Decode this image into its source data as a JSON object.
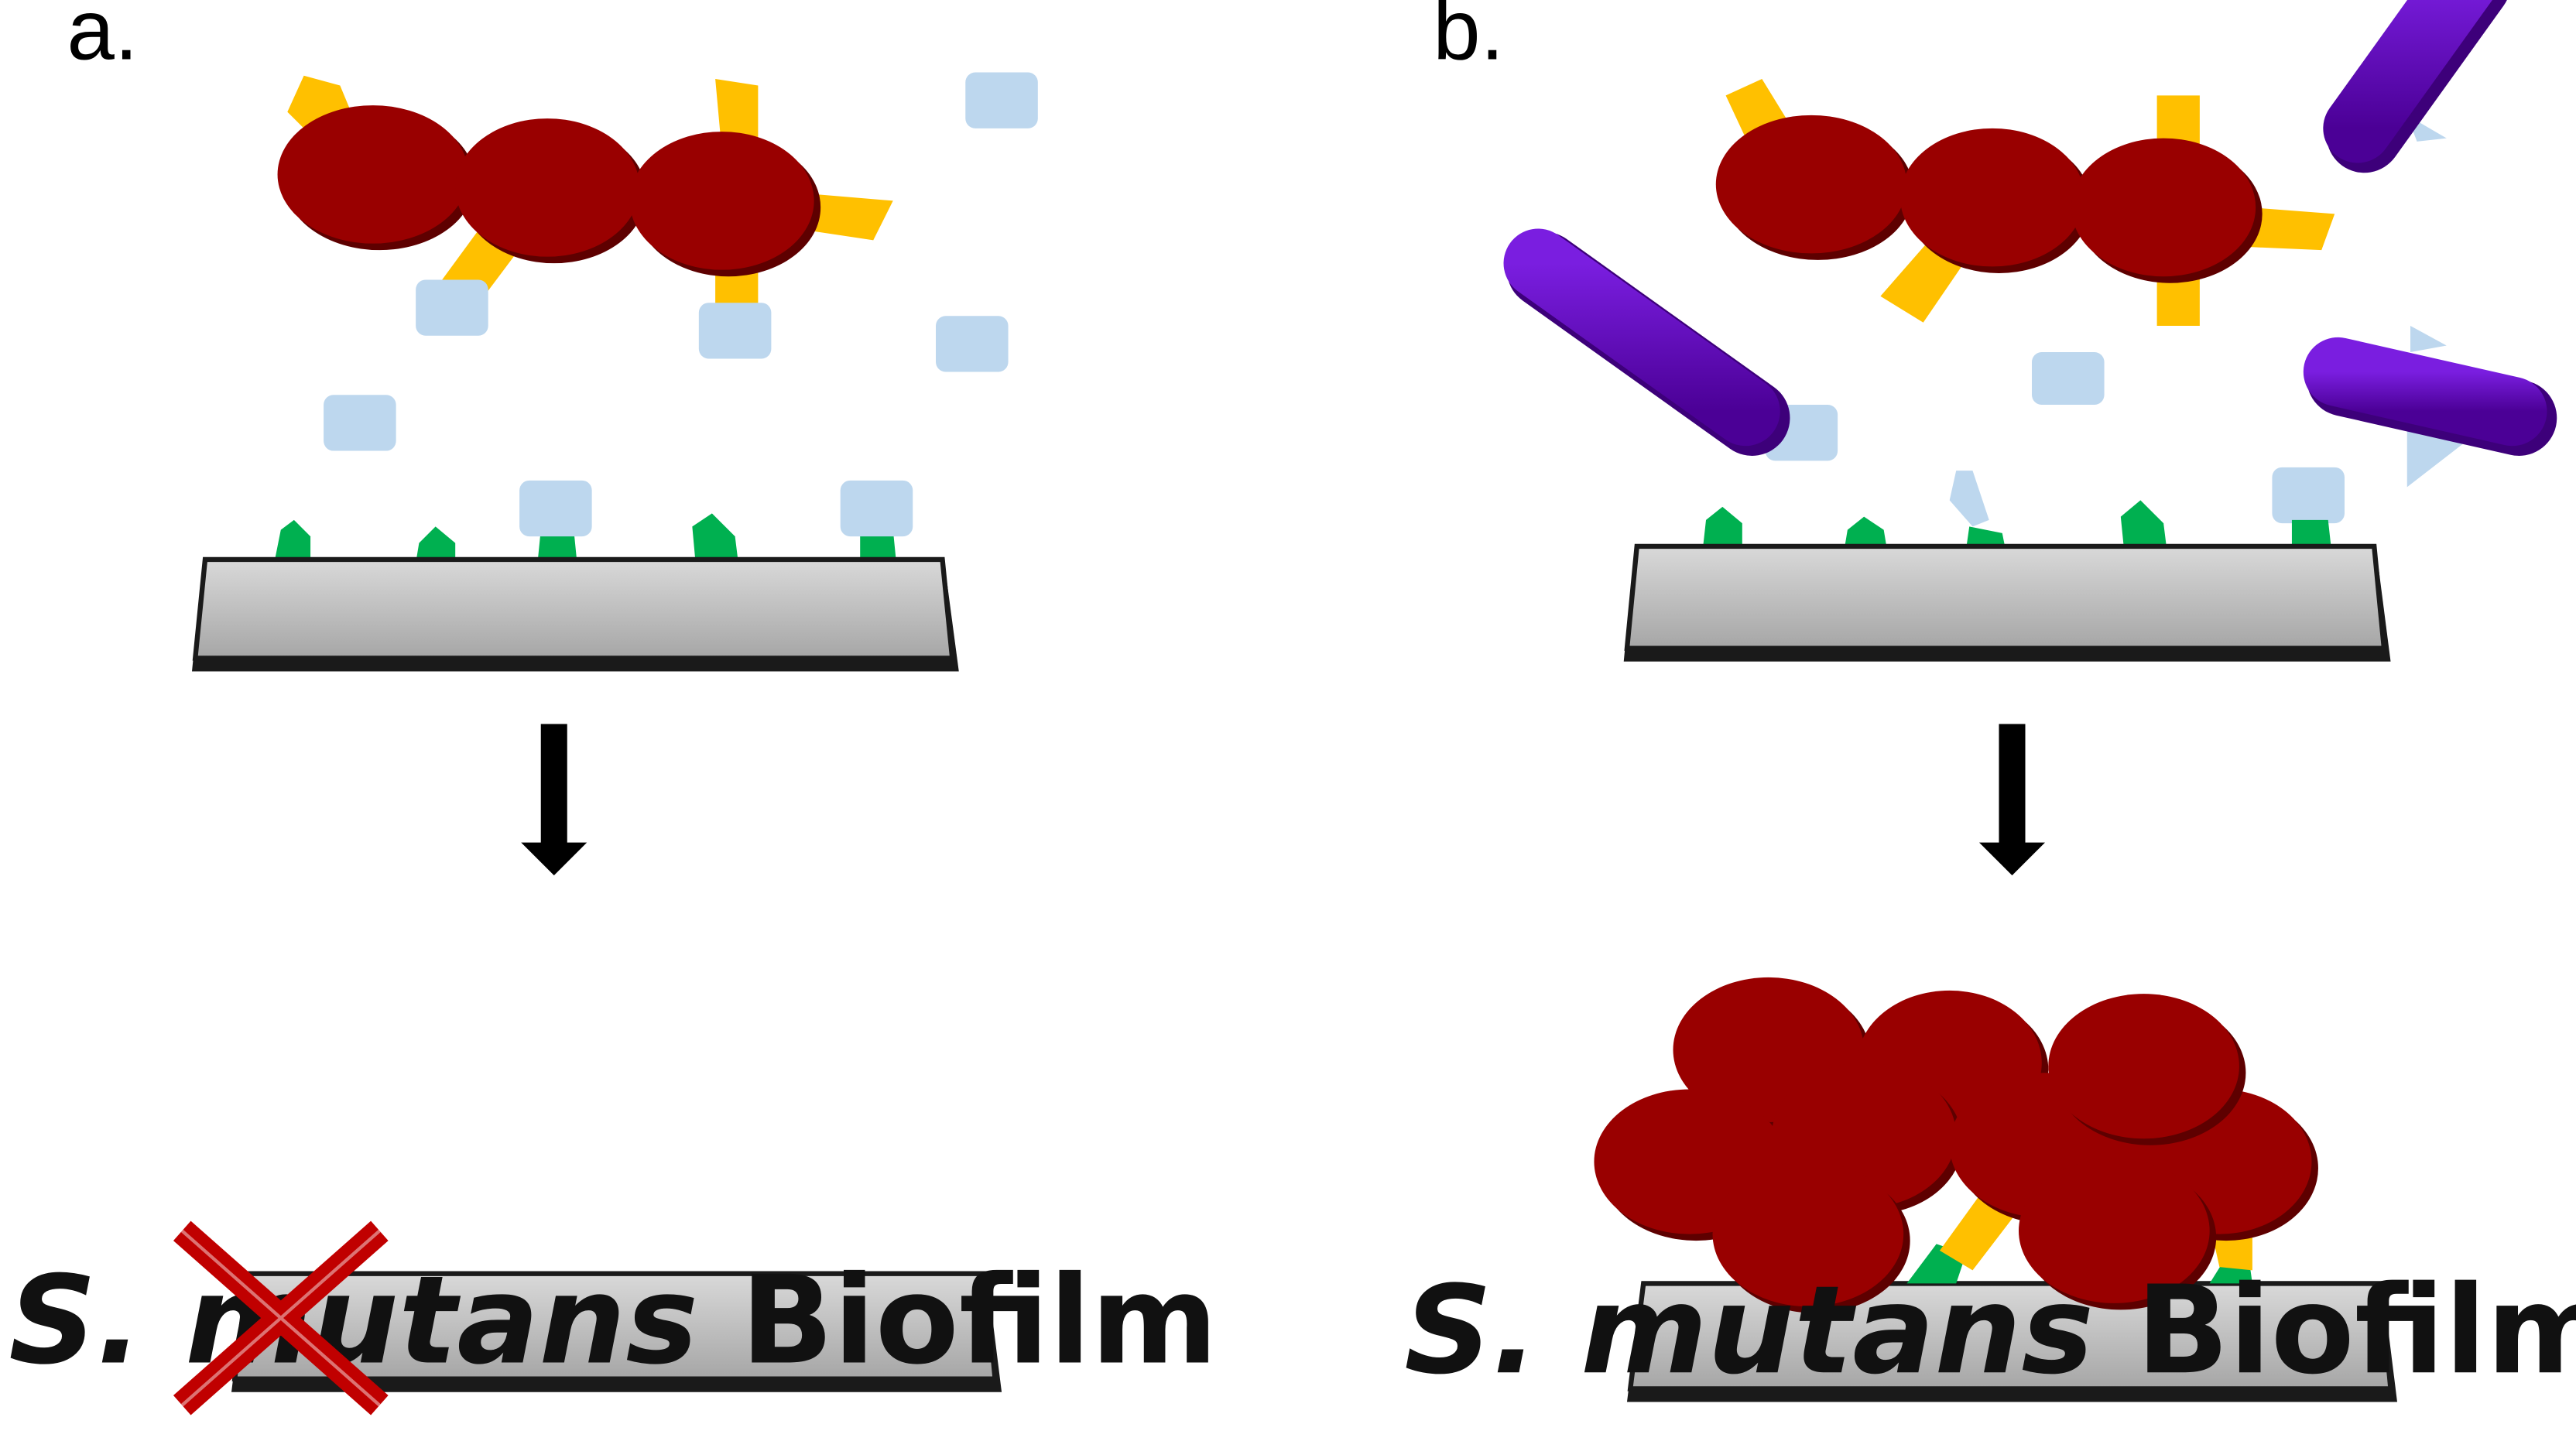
{
  "panels": [
    {
      "id": "a",
      "label": "a.",
      "biofilm_label": {
        "species": "S. mutans",
        "word": "Biofilm"
      },
      "outcome": "no-biofilm"
    },
    {
      "id": "b",
      "label": "b.",
      "biofilm_label": {
        "species": "S. mutans",
        "word": "Biofilm"
      },
      "outcome": "biofilm-formed"
    }
  ],
  "colors": {
    "bacteria": "#990000",
    "bacteria_shadow": "#5e0000",
    "adhesin": "#FFC000",
    "receptor": "#00B050",
    "blocker": "#BDD7EE",
    "rod_bacterium": "#6600CC",
    "surface": "#BFBFBF",
    "surface_edge": "#1a1a1a",
    "arrow": "#000000",
    "cross": "#C00000"
  }
}
